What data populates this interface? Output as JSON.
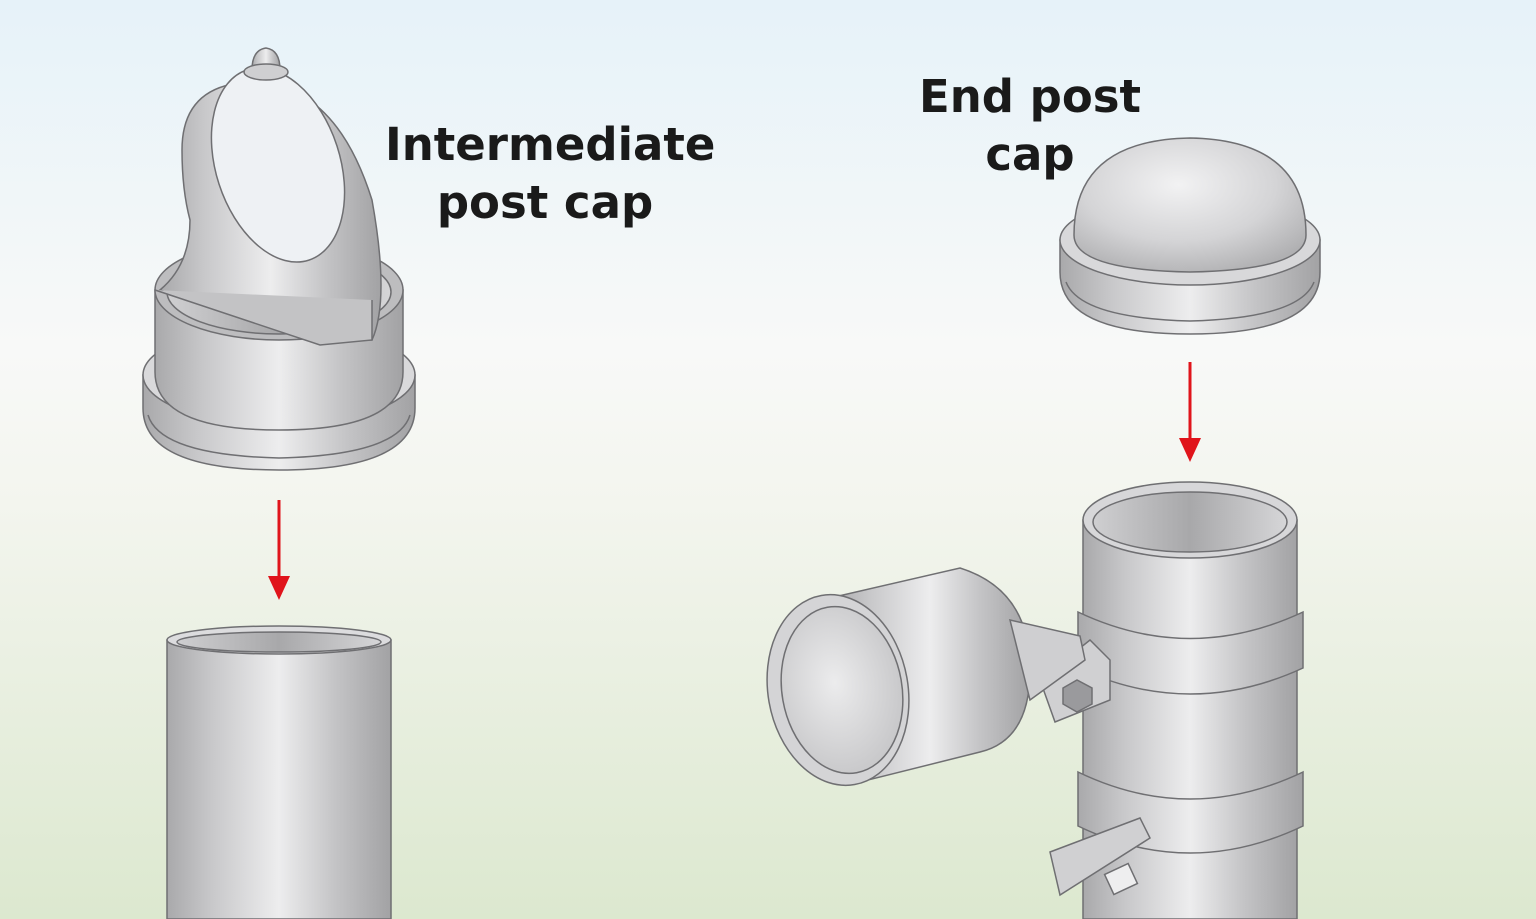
{
  "labels": {
    "intermediate": {
      "line1": "Intermediate",
      "line2": "post cap"
    },
    "end": {
      "line1": "End post",
      "line2": "cap"
    }
  },
  "colors": {
    "arrow": "#e0141b",
    "metal": "#cfcfd0",
    "sky_top": "#e8f3f9",
    "ground_bottom": "#dde9d0"
  }
}
